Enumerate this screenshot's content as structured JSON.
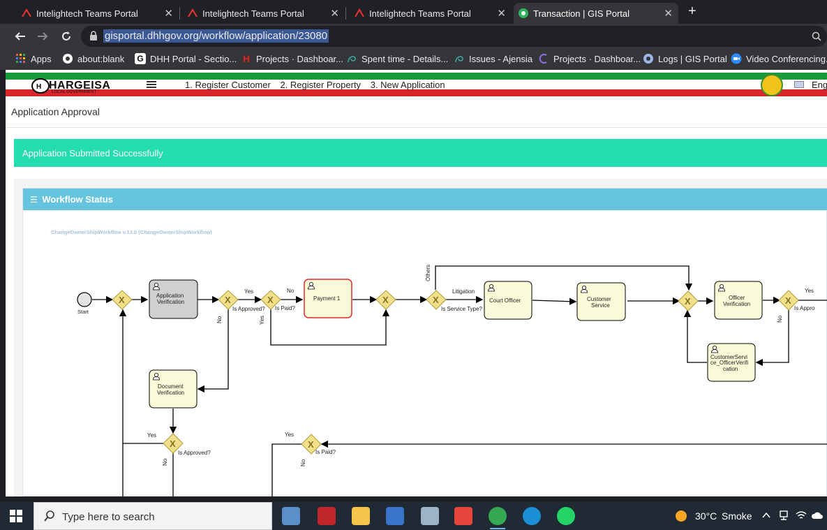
{
  "browser": {
    "tabs": [
      {
        "title": "Intelightech Teams Portal"
      },
      {
        "title": "Intelightech Teams Portal"
      },
      {
        "title": "Intelightech Teams Portal"
      },
      {
        "title": "Transaction | GIS Portal"
      }
    ],
    "close_glyph": "✕",
    "new_tab_glyph": "+",
    "url": "gisportal.dhhgov.org/workflow/application/23080",
    "bookmarks": [
      {
        "label": "Apps",
        "icon": "apps-grid-icon",
        "color": "#e8554e"
      },
      {
        "label": "about:blank",
        "icon": "globe-icon",
        "color": "#ffffff"
      },
      {
        "label": "DHH Portal - Sectio...",
        "icon": "g-logo-icon",
        "color": "#111111"
      },
      {
        "label": "Projects · Dashboar...",
        "icon": "h-logo-icon",
        "color": "#e02424"
      },
      {
        "label": "Spent time - Details...",
        "icon": "spiral-icon",
        "color": "#2e7d7a"
      },
      {
        "label": "Issues - Ajensia",
        "icon": "spiral-icon",
        "color": "#2e7d7a"
      },
      {
        "label": "Projects · Dashboar...",
        "icon": "c-logo-icon",
        "color": "#8f6fe0"
      },
      {
        "label": "Logs | GIS Portal",
        "icon": "globe-icon",
        "color": "#9cb6e8"
      },
      {
        "label": "Video Conferencing...",
        "icon": "camera-icon",
        "color": "#2d8cff"
      }
    ]
  },
  "header": {
    "logo_text": "HARGEISA",
    "logo_sub": "LOCAL GOVERNMENT",
    "steps": [
      "1. Register Customer",
      "2. Register Property",
      "3. New Application"
    ],
    "language": "Eng"
  },
  "page": {
    "title": "Application Approval",
    "alert": "Application Submitted Successfully",
    "panel_title": "Workflow Status",
    "diagram_caption": "ChangeOwnerShipWorkflow v.13.0 (ChangeOwnerShipWorkflow)"
  },
  "workflow": {
    "start": "Start",
    "tasks": {
      "app_verification": [
        "Application",
        "Verification"
      ],
      "payment": [
        "Payment 1"
      ],
      "court": [
        "Court Officer"
      ],
      "customer_service": [
        "Customer",
        "Service"
      ],
      "officer_verification": [
        "Officer",
        "Verification"
      ],
      "cs_officer": [
        "CustomerServi",
        "ce_OfficerVerifi",
        "cation"
      ],
      "doc_verification": [
        "Document",
        "Verification"
      ]
    },
    "labels": {
      "is_approved": "Is Approved?",
      "is_paid": "Is Paid?",
      "is_service_type": "Is Service Type?",
      "is_appro": "Is Appro",
      "yes": "Yes",
      "no": "No",
      "others": "Others",
      "litigation": "Litigation"
    }
  },
  "taskbar": {
    "search_placeholder": "Type here to search",
    "temperature": "30°C",
    "weather": "Smoke"
  },
  "colors": {
    "task_fill": "#fcfbd9",
    "gateway_fill": "#f1e08a",
    "active_border": "#e12b2b",
    "completed_fill": "#d0d0d0"
  }
}
